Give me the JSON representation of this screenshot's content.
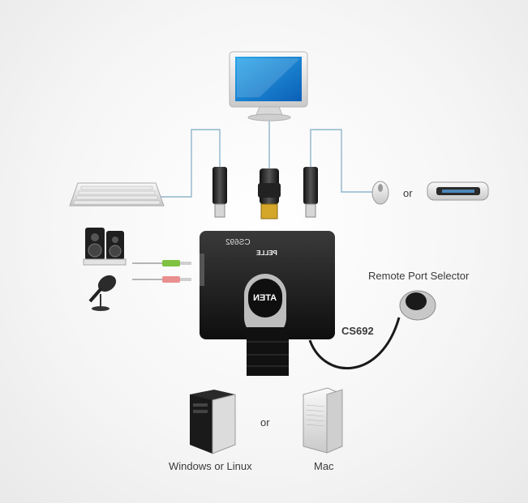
{
  "labels": {
    "or_top": "or",
    "remote_selector": "Remote Port Selector",
    "model": "CS692",
    "or_bottom": "or",
    "windows_linux": "Windows or Linux",
    "mac": "Mac"
  },
  "device": {
    "top_text": "CS692",
    "brand": "ATEN",
    "panel_label": "PELLE"
  },
  "icons": {
    "monitor": "monitor-icon",
    "keyboard": "keyboard-icon",
    "mouse": "mouse-icon",
    "touchpad": "touchpad-icon",
    "speakers": "speakers-icon",
    "microphone": "microphone-icon",
    "pc_tower": "pc-tower-icon",
    "mac_tower": "mac-tower-icon",
    "remote": "remote-port-selector-icon"
  },
  "colors": {
    "cable_line": "#8fb6cc",
    "switch_body": "#1c1c1c",
    "audio_green": "#7fc241",
    "audio_pink": "#e98f8f"
  }
}
